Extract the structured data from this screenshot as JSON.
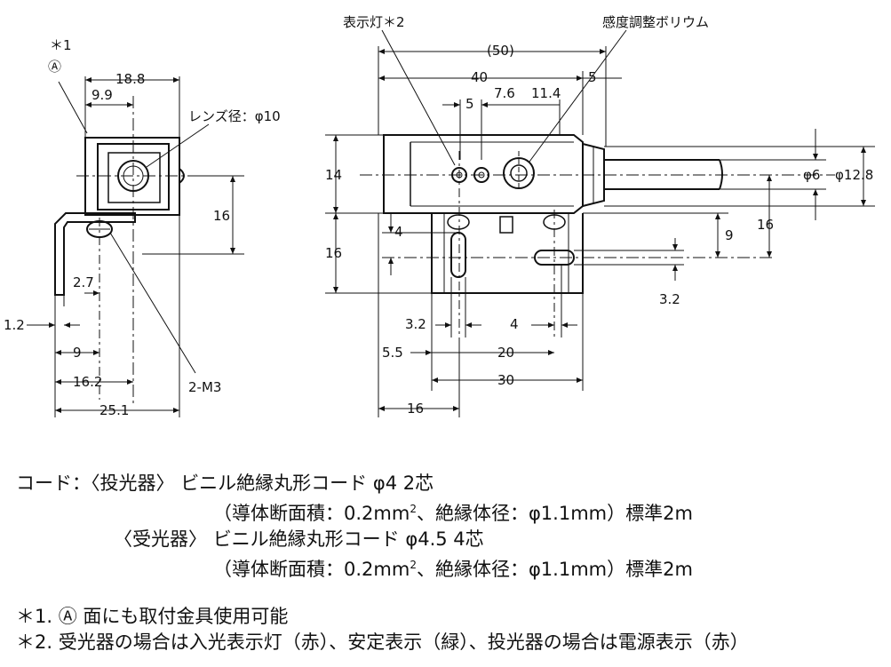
{
  "left_view": {
    "note_marker": "＊1",
    "face_marker": "Ⓐ",
    "lens_label": "レンズ径：φ10",
    "screw_label": "2-M3",
    "dims": {
      "width_top": "18.8",
      "lens_offset": "9.9",
      "height_16": "16",
      "d_2_7": "2.7",
      "d_1_2": "1.2",
      "d_9": "9",
      "d_16_2": "16.2",
      "d_25_1": "25.1"
    }
  },
  "right_view": {
    "indicator_label": "表示灯＊2",
    "volume_label": "感度調整ボリウム",
    "dims": {
      "d_50": "(50)",
      "d_40": "40",
      "d_5_top": "5",
      "d_5_a": "5",
      "d_7_6": "7.6",
      "d_11_4": "11.4",
      "d_14": "14",
      "d_16_left": "16",
      "d_4": "4",
      "d_phi6": "φ6",
      "d_phi12_8": "φ12.8",
      "d_9": "9",
      "d_16_right": "16",
      "d_3_2_right": "3.2",
      "d_3_2_bottom": "3.2",
      "d_4_bottom": "4",
      "d_5_5": "5.5",
      "d_20": "20",
      "d_30": "30",
      "d_16_bottom": "16"
    }
  },
  "notes": {
    "code_heading": "コード：",
    "projector": "〈投光器〉",
    "projector_cord": "ビニル絶縁丸形コード φ4 2芯",
    "conductor1_pre": "（導体断面積：0.2mm",
    "sup": "2",
    "conductor1_post": "、絶縁体径：φ1.1mm）標準2m",
    "receiver": "〈受光器〉",
    "receiver_cord": "ビニル絶縁丸形コード φ4.5 4芯",
    "conductor2_pre": "（導体断面積：0.2mm",
    "conductor2_post": "、絶縁体径：φ1.1mm）標準2m",
    "note1": "＊1. Ⓐ 面にも取付金具使用可能",
    "note2": "＊2. 受光器の場合は入光表示灯（赤）、安定表示（緑）、投光器の場合は電源表示（赤）"
  }
}
